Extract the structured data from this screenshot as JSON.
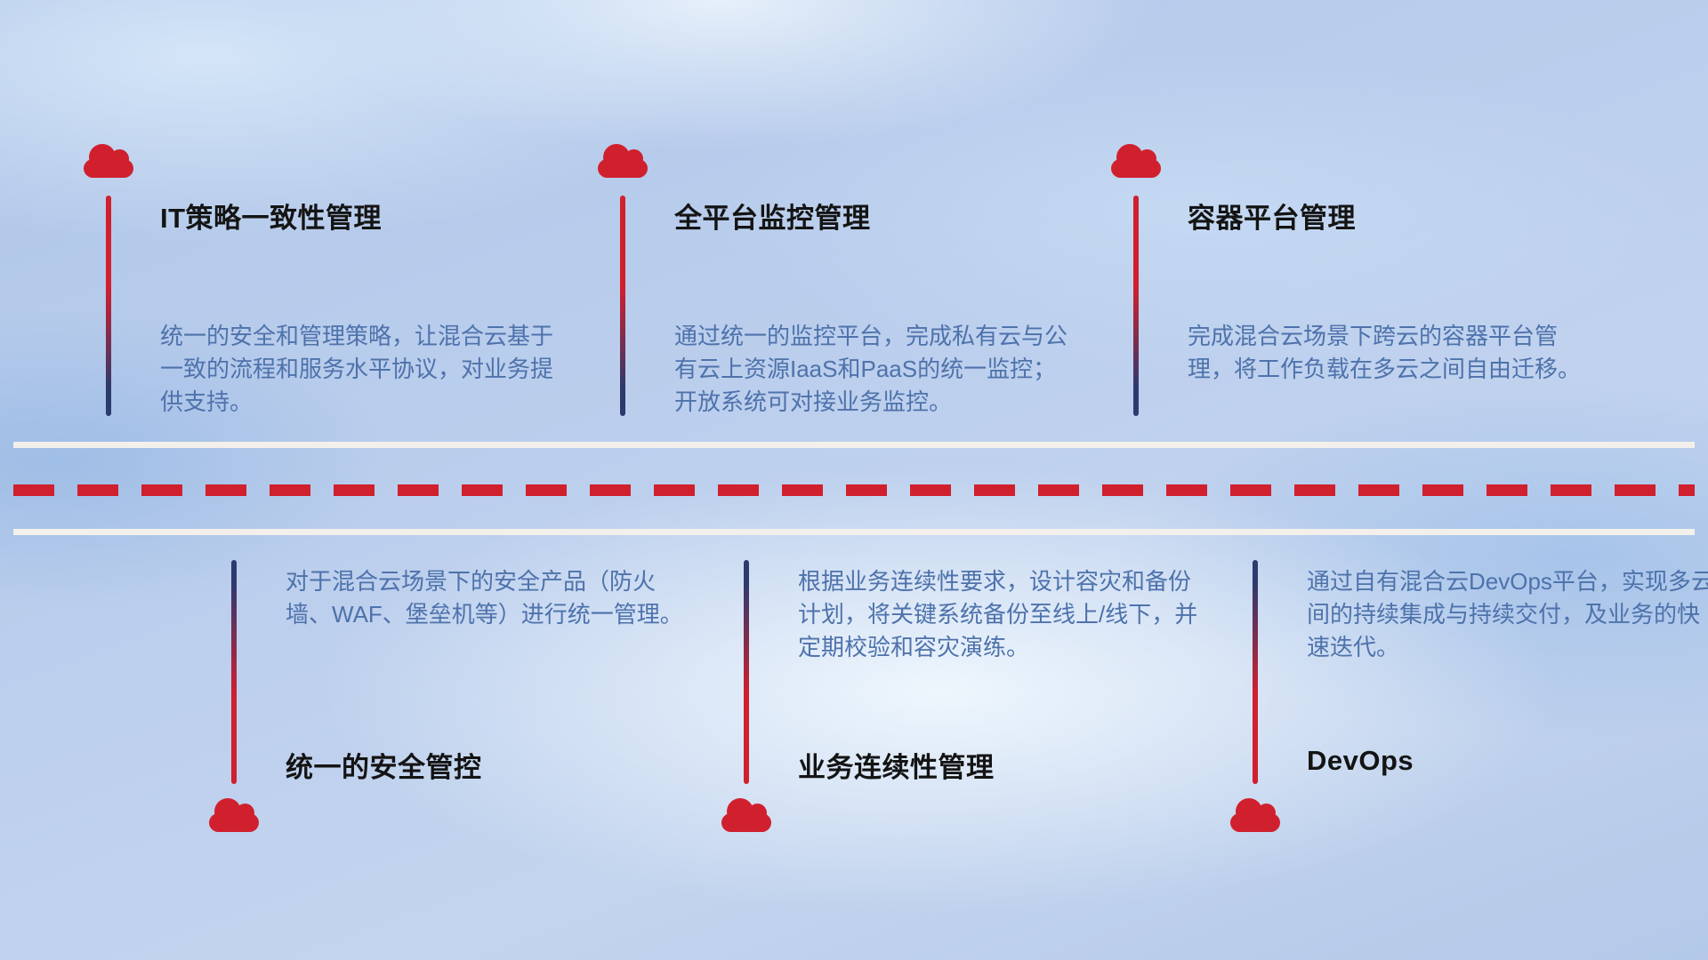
{
  "colors": {
    "red": "#d0202e",
    "navy": "#2c3a6e",
    "desc_text": "#4e72ab",
    "title_text": "#141414",
    "road_white": "#f3f0ec"
  },
  "top_items": [
    {
      "title": "IT策略一致性管理",
      "description": "统一的安全和管理策略，让混合云基于一致的流程和服务水平协议，对业务提供支持。"
    },
    {
      "title": "全平台监控管理",
      "description": "通过统一的监控平台，完成私有云与公有云上资源IaaS和PaaS的统一监控；开放系统可对接业务监控。"
    },
    {
      "title": "容器平台管理",
      "description": "完成混合云场景下跨云的容器平台管理，将工作负载在多云之间自由迁移。"
    }
  ],
  "bottom_items": [
    {
      "title": "统一的安全管控",
      "description": "对于混合云场景下的安全产品（防火墙、WAF、堡垒机等）进行统一管理。"
    },
    {
      "title": "业务连续性管理",
      "description": "根据业务连续性要求，设计容灾和备份计划，将关键系统备份至线上/线下，并定期校验和容灾演练。"
    },
    {
      "title": "DevOps",
      "description": "通过自有混合云DevOps平台，实现多云间的持续集成与持续交付，及业务的快速迭代。"
    }
  ]
}
